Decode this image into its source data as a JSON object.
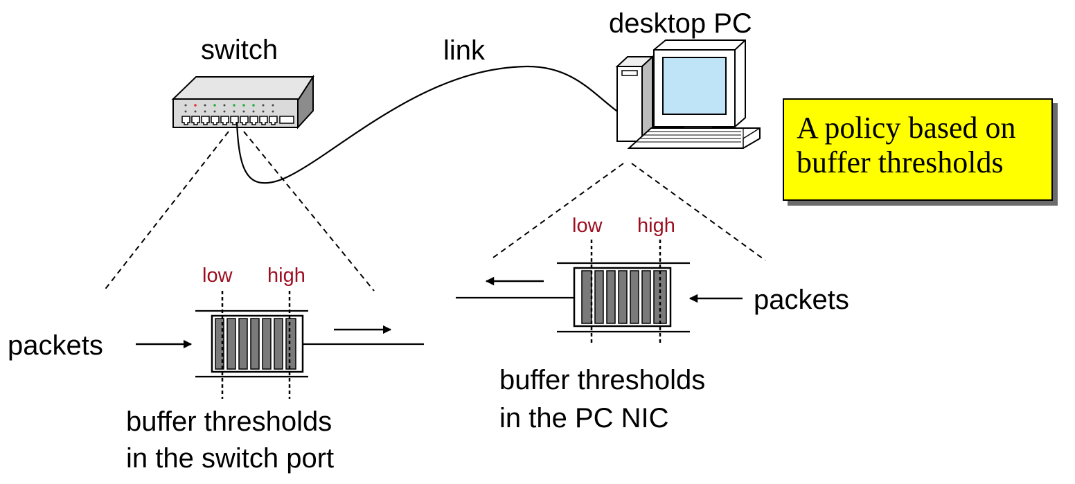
{
  "labels": {
    "switch": "switch",
    "link": "link",
    "desktop_pc": "desktop PC",
    "packets_left": "packets",
    "packets_right": "packets",
    "switch_caption": [
      "buffer thresholds",
      "in the switch port"
    ],
    "pc_caption": [
      "buffer thresholds",
      "in the PC NIC"
    ]
  },
  "switch_buffer": {
    "low": "low",
    "high": "high"
  },
  "pc_buffer": {
    "low": "low",
    "high": "high"
  },
  "callout": {
    "lines": [
      "A policy based on",
      "buffer thresholds"
    ]
  },
  "colors": {
    "threshold_text": "#9b0d1f",
    "callout_fill": "#ffff00",
    "buffer_cell": "#7a7a7a",
    "monitor_screen": "#bfe4f7"
  }
}
